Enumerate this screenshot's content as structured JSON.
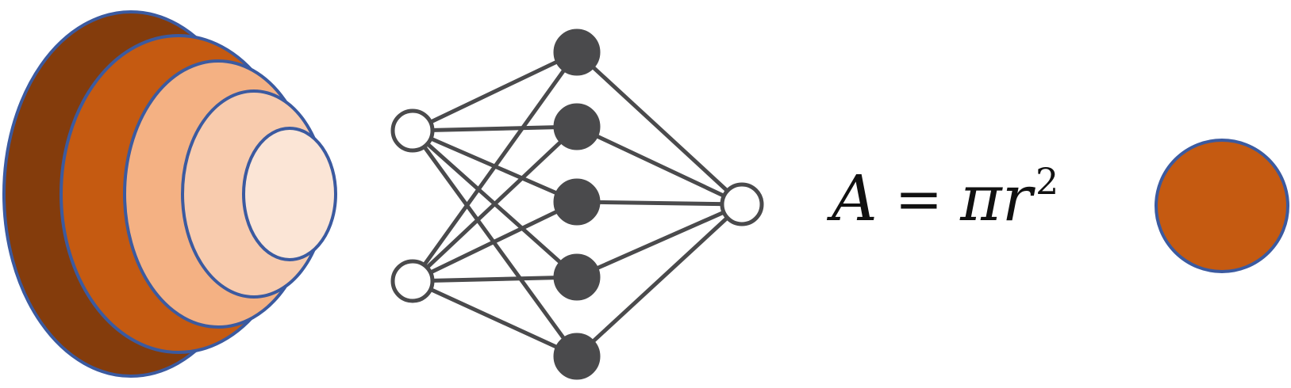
{
  "figure": {
    "formula": {
      "lhs": "A",
      "equals": "=",
      "pi": "π",
      "r": "r",
      "power": "2"
    },
    "colors": {
      "outline": "#3b5aa0",
      "layer_1": "#843c0c",
      "layer_2": "#c55a11",
      "layer_3": "#f4b183",
      "layer_4": "#f8cbad",
      "layer_5": "#fbe5d6",
      "neuron_dark": "#4a4a4c",
      "neuron_light": "#ffffff",
      "edge": "#4a4a4c",
      "circle_fill": "#c55a11"
    },
    "icons": [
      "nested-layers-icon",
      "neural-network-icon",
      "circle-icon"
    ]
  }
}
